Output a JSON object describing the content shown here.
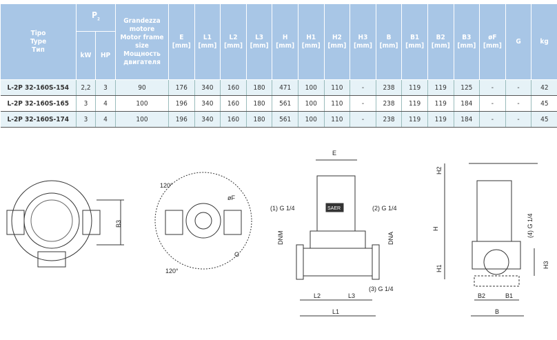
{
  "headers": {
    "tipo": [
      "Tipo",
      "Type",
      "Тип"
    ],
    "p2": "P",
    "p2_sub": "2",
    "kw": "kW",
    "hp": "HP",
    "frame": [
      "Grandezza",
      "motore",
      "Motor frame",
      "size",
      "Мощность",
      "двигателя"
    ],
    "cols": [
      [
        "E",
        "[mm]"
      ],
      [
        "L1",
        "[mm]"
      ],
      [
        "L2",
        "[mm]"
      ],
      [
        "L3",
        "[mm]"
      ],
      [
        "H",
        "[mm]"
      ],
      [
        "H1",
        "[mm]"
      ],
      [
        "H2",
        "[mm]"
      ],
      [
        "H3",
        "[mm]"
      ],
      [
        "B",
        "[mm]"
      ],
      [
        "B1",
        "[mm]"
      ],
      [
        "B2",
        "[mm]"
      ],
      [
        "B3",
        "[mm]"
      ],
      [
        "øF",
        "[mm]"
      ],
      [
        "G",
        ""
      ],
      [
        "kg",
        ""
      ]
    ]
  },
  "rows": [
    [
      "L-2P 32-160S-154",
      "2,2",
      "3",
      "90",
      "176",
      "340",
      "160",
      "180",
      "471",
      "100",
      "110",
      "-",
      "238",
      "119",
      "119",
      "125",
      "-",
      "-",
      "42"
    ],
    [
      "L-2P 32-160S-165",
      "3",
      "4",
      "100",
      "196",
      "340",
      "160",
      "180",
      "561",
      "100",
      "110",
      "-",
      "238",
      "119",
      "119",
      "184",
      "-",
      "-",
      "45"
    ],
    [
      "L-2P 32-160S-174",
      "3",
      "4",
      "100",
      "196",
      "340",
      "160",
      "180",
      "561",
      "100",
      "110",
      "-",
      "238",
      "119",
      "119",
      "184",
      "-",
      "-",
      "45"
    ]
  ],
  "drawings": {
    "d1": {
      "b3": "B3"
    },
    "d2": {
      "a1": "120°",
      "a2": "120°",
      "f": "øF",
      "g": "G"
    },
    "d3": {
      "e": "E",
      "g1": "(1) G 1/4",
      "g2": "(2) G 1/4",
      "g3": "(3) G 1/4",
      "dnm": "DNM",
      "dna": "DNA",
      "l1": "L1",
      "l2": "L2",
      "l3": "L3",
      "brand": "SAER"
    },
    "d4": {
      "h": "H",
      "h1": "H1",
      "h2": "H2",
      "h3": "H3",
      "g4": "(4) G 1/4",
      "b": "B",
      "b1": "B1",
      "b2": "B2"
    }
  }
}
